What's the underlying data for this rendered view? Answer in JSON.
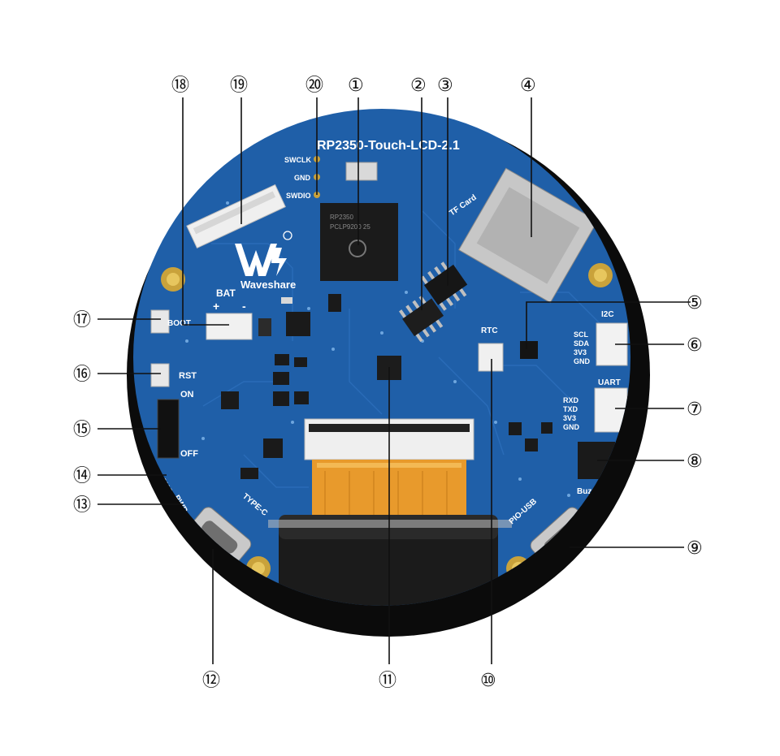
{
  "board": {
    "title": "RP2350-Touch-LCD-2.1",
    "brand": "Waveshare",
    "chip_marking": [
      "RP2350",
      "PCLP9200 25"
    ],
    "colors": {
      "pcb": "#1f5fa8",
      "pcb_dark": "#174a86",
      "bezel": "#0b0b0b",
      "silk": "#ffffff",
      "flex": "#e89a2c",
      "gold": "#c9a23b"
    }
  },
  "silkscreen": {
    "swclk": "SWCLK",
    "gnd": "GND",
    "swdio": "SWDIO",
    "bat": "BAT",
    "plus": "+",
    "minus": "-",
    "boot": "BOOT",
    "rst": "RST",
    "on": "ON",
    "off": "OFF",
    "chg": "CHG",
    "pwr": "PWR",
    "type_c": "TYPE-C",
    "pio_usb": "PIO-USB",
    "rtc": "RTC",
    "tf_card": "TF Card",
    "i2c": "I2C",
    "i2c_pins": [
      "SCL",
      "SDA",
      "3V3",
      "GND"
    ],
    "uart": "UART",
    "uart_pins": [
      "RXD",
      "TXD",
      "3V3",
      "GND"
    ],
    "buzzer": "Buzzer"
  },
  "callouts": [
    "①",
    "②",
    "③",
    "④",
    "⑤",
    "⑥",
    "⑦",
    "⑧",
    "⑨",
    "⑩",
    "⑪",
    "⑫",
    "⑬",
    "⑭",
    "⑮",
    "⑯",
    "⑰",
    "⑱",
    "⑲",
    "⑳"
  ]
}
